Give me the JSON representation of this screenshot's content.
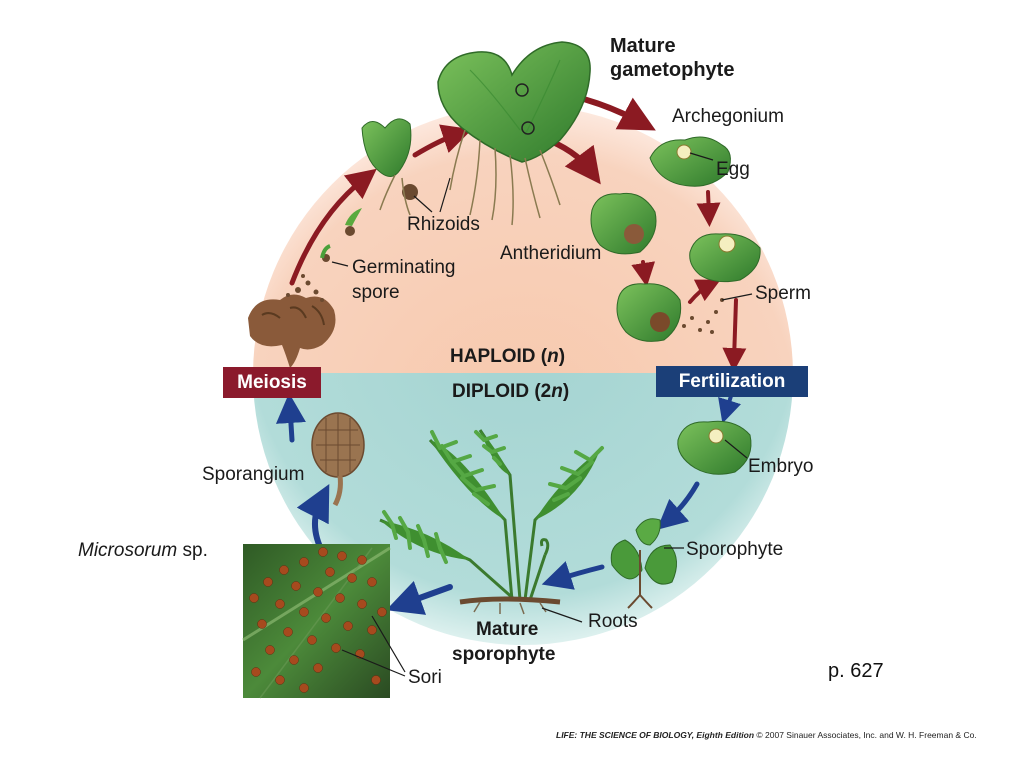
{
  "labels": {
    "mature_gametophyte_1": "Mature",
    "mature_gametophyte_2": "gametophyte",
    "archegonium": "Archegonium",
    "egg": "Egg",
    "rhizoids": "Rhizoids",
    "antheridium": "Antheridium",
    "germinating_spore_1": "Germinating",
    "germinating_spore_2": "spore",
    "sperm": "Sperm",
    "haploid": "HAPLOID (",
    "haploid_n": "n",
    "haploid_close": ")",
    "diploid": "DIPLOID (2",
    "diploid_n": "n",
    "diploid_close": ")",
    "meiosis": "Meiosis",
    "fertilization": "Fertilization",
    "embryo": "Embryo",
    "sporangium": "Sporangium",
    "sporophyte": "Sporophyte",
    "microsorum_genus": "Microsorum",
    "microsorum_sp": " sp.",
    "roots": "Roots",
    "mature_sporophyte_1": "Mature",
    "mature_sporophyte_2": "sporophyte",
    "sori": "Sori"
  },
  "page_ref": "p.  627",
  "credit": {
    "book": "LIFE: THE SCIENCE OF BIOLOGY, Eighth Edition",
    "rest": "  © 2007 Sinauer Associates, Inc. and W. H. Freeman & Co."
  },
  "colors": {
    "haploid_bg": "#f6cdb3",
    "diploid_bg": "#a9d6d3",
    "haploid_arrow": "#8b1a22",
    "diploid_arrow": "#1f3f8f",
    "meiosis_box": "#8b1a2c",
    "fertilization_box": "#1b3f78",
    "plant_green": "#4a9a3a",
    "sorus_brown": "#9a4a20"
  }
}
